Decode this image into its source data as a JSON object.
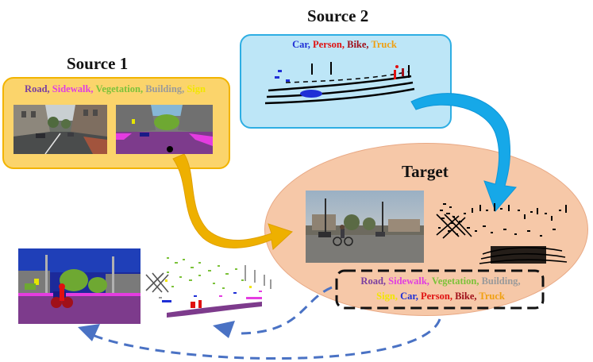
{
  "source1": {
    "title": "Source 1",
    "classes": [
      {
        "name": "Road",
        "color": "#7a3fa0",
        "sep": ", "
      },
      {
        "name": "Sidewalk",
        "color": "#e040e0",
        "sep": ", "
      },
      {
        "name": "Vegetation",
        "color": "#7cc23a",
        "sep": ", "
      },
      {
        "name": "Building",
        "color": "#9a9a9a",
        "sep": ", "
      },
      {
        "name": "Sign",
        "color": "#f2e600",
        "sep": ""
      }
    ]
  },
  "source2": {
    "title": "Source 2",
    "classes": [
      {
        "name": "Car",
        "color": "#1f2fd6",
        "sep": ", "
      },
      {
        "name": "Person",
        "color": "#e01010",
        "sep": ", "
      },
      {
        "name": "Bike",
        "color": "#a0101a",
        "sep": ", "
      },
      {
        "name": "Truck",
        "color": "#f0a010",
        "sep": ""
      }
    ]
  },
  "target": {
    "title": "Target",
    "classes_line1": [
      {
        "name": "Road",
        "color": "#7a3fa0",
        "sep": ", "
      },
      {
        "name": "Sidewalk",
        "color": "#e040e0",
        "sep": ", "
      },
      {
        "name": "Vegetation",
        "color": "#7cc23a",
        "sep": ", "
      },
      {
        "name": "Building",
        "color": "#9a9a9a",
        "sep": ","
      }
    ],
    "classes_line2": [
      {
        "name": "Sign",
        "color": "#f2e600",
        "sep": ", "
      },
      {
        "name": "Car",
        "color": "#1f2fd6",
        "sep": ", "
      },
      {
        "name": "Person",
        "color": "#e01010",
        "sep": ", "
      },
      {
        "name": "Bike",
        "color": "#a0101a",
        "sep": ", "
      },
      {
        "name": "Truck",
        "color": "#f0a010",
        "sep": ""
      }
    ]
  },
  "colors": {
    "source1_fill": "#fbd46b",
    "source1_border": "#f2b400",
    "source2_fill": "#bde6f7",
    "source2_border": "#2eaee3",
    "target_fill": "#f6c8a8",
    "arrow_gold": "#eeb000",
    "arrow_blue": "#16a8e8",
    "arrow_dashed": "#4a72c4"
  }
}
